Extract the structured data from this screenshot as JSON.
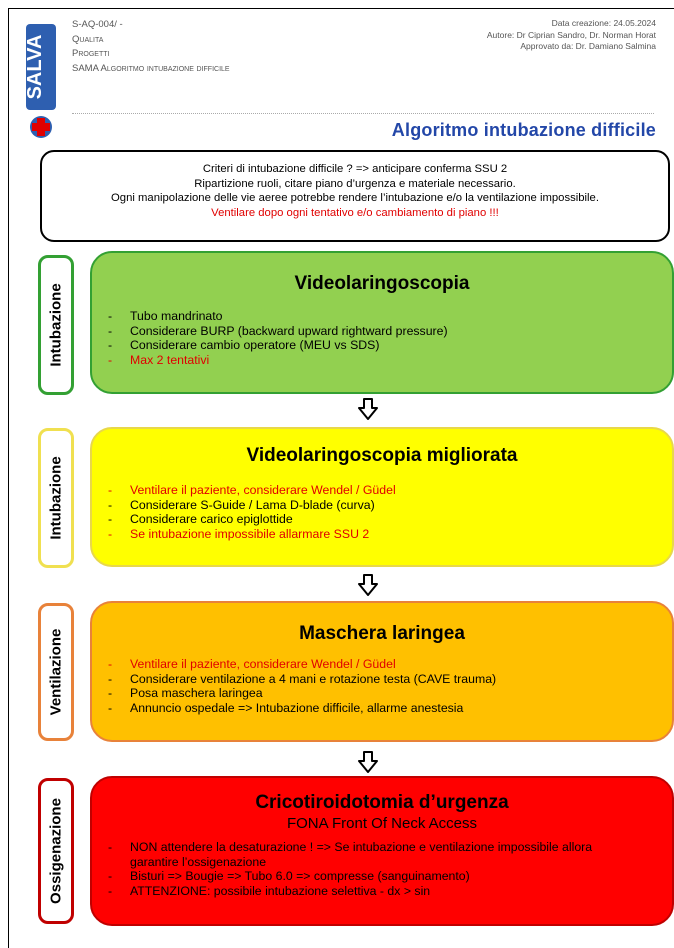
{
  "header": {
    "doc_code": "S-AQ-004/   -",
    "line2": "Qualita",
    "line3": "Progetti",
    "line4": "SAMA Algoritmo intubazione difficile",
    "created": "Data creazione: 24.05.2024",
    "authors": "Autore: Dr Ciprian Sandro, Dr. Norman Horat",
    "approved": "Approvato da: Dr. Damiano Salmina"
  },
  "logo_text": "SALVA",
  "title": "Algoritmo intubazione difficile",
  "criteria": {
    "line1": "Criteri di intubazione difficile ? => anticipare conferma SSU 2",
    "line2": "Ripartizione ruoli, citare piano d’urgenza e materiale necessario.",
    "line3": "Ogni manipolazione delle vie aeree potrebbe rendere l’intubazione e/o la ventilazione impossibile.",
    "line4_red": "Ventilare dopo ogni tentativo e/o cambiamento di piano !!!"
  },
  "steps": [
    {
      "side_label": "Intubazione",
      "title": "Videolaringoscopia",
      "items": [
        {
          "text": "Tubo mandrinato",
          "red": false
        },
        {
          "text": "Considerare BURP (backward upward rightward pressure)",
          "red": false
        },
        {
          "text": "Considerare cambio operatore (MEU vs SDS)",
          "red": false
        },
        {
          "text": "Max 2 tentativi",
          "red": true
        }
      ],
      "colors": {
        "fill": "#92d050",
        "border": "#33a033",
        "side_border": "#33a033"
      }
    },
    {
      "side_label": "Intubazione",
      "title": "Videolaringoscopia migliorata",
      "items": [
        {
          "text": "Ventilare il paziente, considerare Wendel / Güdel",
          "red": true
        },
        {
          "text": "Considerare S-Guide / Lama D-blade (curva)",
          "red": false
        },
        {
          "text": "Considerare carico epiglottide",
          "red": false
        },
        {
          "text": "Se intubazione impossibile allarmare SSU 2",
          "red": true
        }
      ],
      "colors": {
        "fill": "#ffff00",
        "border": "#e8d84a",
        "side_border": "#f0e050"
      }
    },
    {
      "side_label": "Ventilazione",
      "title": "Maschera laringea",
      "items": [
        {
          "text": "Ventilare il paziente, considerare Wendel / Güdel",
          "red": true
        },
        {
          "text": "Considerare ventilazione a 4 mani e rotazione testa (CAVE trauma)",
          "red": false
        },
        {
          "text": "Posa maschera laringea",
          "red": false
        },
        {
          "text": "Annuncio ospedale => Intubazione difficile, allarme anestesia",
          "red": false
        }
      ],
      "colors": {
        "fill": "#ffc000",
        "border": "#e8823a",
        "side_border": "#e8823a"
      }
    },
    {
      "side_label": "Ossigenazione",
      "title": "Cricotiroidotomia d’urgenza",
      "subtitle": "FONA Front Of Neck Access",
      "items": [
        {
          "text": "NON attendere la desaturazione ! => Se intubazione e ventilazione impossibile allora garantire l’ossigenazione",
          "red": false
        },
        {
          "text": "Bisturi => Bougie => Tubo 6.0 => compresse (sanguinamento)",
          "red": false
        },
        {
          "text": "ATTENZIONE: possibile intubazione selettiva - dx > sin",
          "red": false
        }
      ],
      "colors": {
        "fill": "#ff0000",
        "border": "#c00000",
        "side_border": "#c00000"
      }
    }
  ]
}
